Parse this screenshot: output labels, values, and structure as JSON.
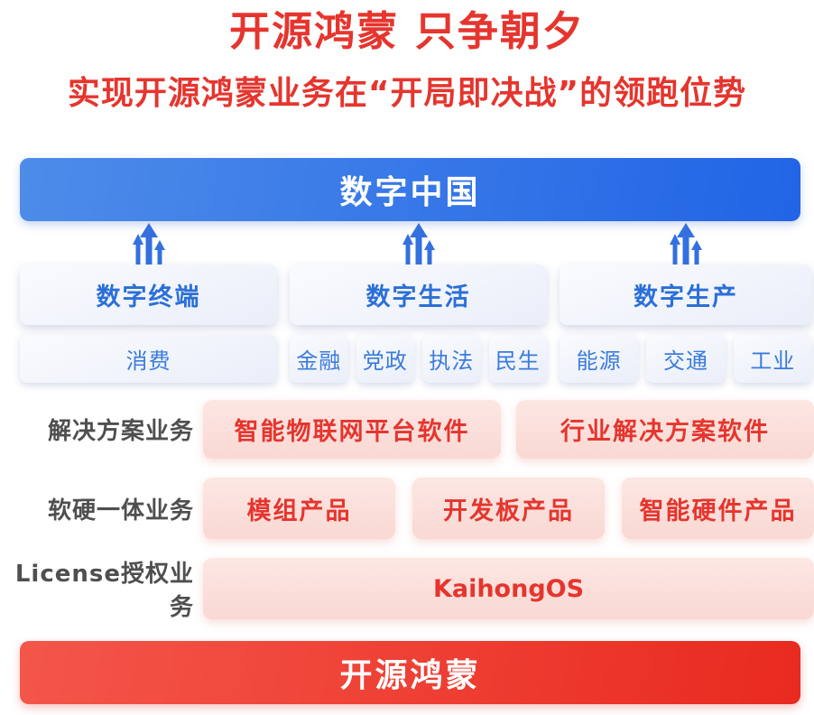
{
  "title": "开源鸿蒙 只争朝夕",
  "subtitle": "实现开源鸿蒙业务在“开局即决战”的领跑位势",
  "top_banner": {
    "label": "数字中国"
  },
  "columns": [
    {
      "header": "数字终端",
      "items": [
        "消费"
      ]
    },
    {
      "header": "数字生活",
      "items": [
        "金融",
        "党政",
        "执法",
        "民生"
      ]
    },
    {
      "header": "数字生产",
      "items": [
        "能源",
        "交通",
        "工业"
      ]
    }
  ],
  "business_rows": [
    {
      "label": "解决方案业务",
      "boxes": [
        "智能物联网平台软件",
        "行业解决方案软件"
      ]
    },
    {
      "label": "软硬一体业务",
      "boxes": [
        "模组产品",
        "开发板产品",
        "智能硬件产品"
      ]
    },
    {
      "label": "License授权业务",
      "boxes": [
        "KaihongOS"
      ]
    }
  ],
  "bottom_banner": {
    "label": "开源鸿蒙"
  },
  "colors": {
    "accent_red": "#E5352E",
    "blue_banner_start": "#4E8CE9",
    "blue_banner_end": "#2164E6",
    "blue_text": "#2B6FD8",
    "light_box_bg": "#EFF3FB",
    "pink_box_bg": "#FBDDD8",
    "red_banner_start": "#F4564A",
    "red_banner_end": "#E92A20",
    "label_gray": "#4F4F4F",
    "arrow_blue": "#3470DE"
  },
  "icons": {
    "up_arrows": "triple-up-arrows"
  }
}
